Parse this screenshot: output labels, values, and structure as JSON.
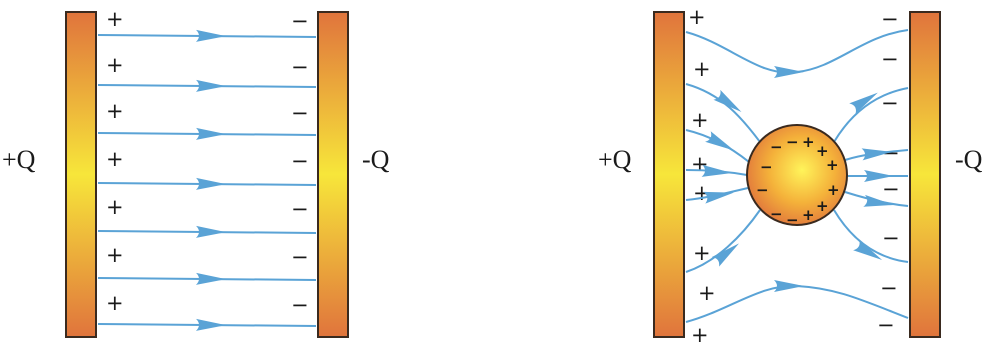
{
  "left_panel": {
    "left_label": "+Q",
    "right_label": "-Q",
    "plus_sign": "+",
    "minus_sign": "−"
  },
  "right_panel": {
    "left_label": "+Q",
    "right_label": "-Q",
    "plus_sign": "+",
    "minus_sign": "−",
    "sphere": {
      "plus_sign": "+",
      "minus_sign": "−"
    }
  },
  "colors": {
    "field_line": "#5aa3d6",
    "plate_edge": "#e0743c",
    "plate_center": "#f7e63a",
    "sphere_edge": "#e0743c",
    "sphere_center": "#fff45a"
  }
}
